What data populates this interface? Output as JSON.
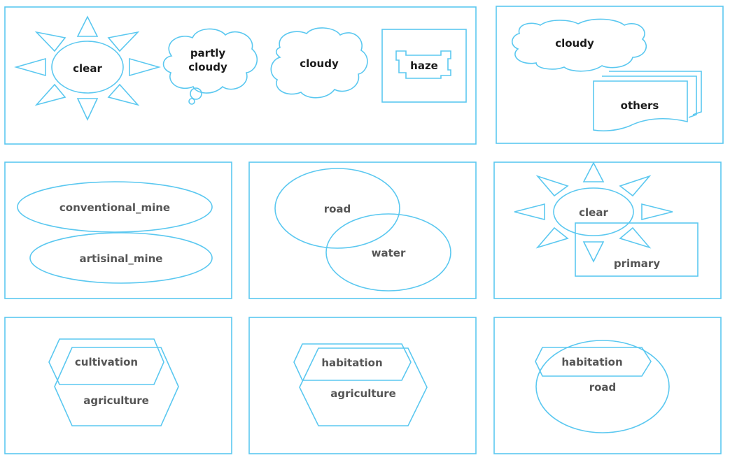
{
  "colors": {
    "stroke": "#5bc8f0",
    "label_dark": "#1a1a1a",
    "label_gray": "#555555",
    "background": "#ffffff"
  },
  "panels": {
    "weather": {
      "clear": "clear",
      "partly_cloudy_line1": "partly",
      "partly_cloudy_line2": "cloudy",
      "cloudy": "cloudy",
      "haze": "haze"
    },
    "cloudy_others": {
      "cloudy": "cloudy",
      "others": "others"
    },
    "mines": {
      "conventional": "conventional_mine",
      "artisinal": "artisinal_mine"
    },
    "road_water": {
      "road": "road",
      "water": "water"
    },
    "clear_primary": {
      "clear": "clear",
      "primary": "primary"
    },
    "cultivation_agriculture": {
      "cultivation": "cultivation",
      "agriculture": "agriculture"
    },
    "habitation_agriculture": {
      "habitation": "habitation",
      "agriculture": "agriculture"
    },
    "habitation_road": {
      "habitation": "habitation",
      "road": "road"
    }
  }
}
